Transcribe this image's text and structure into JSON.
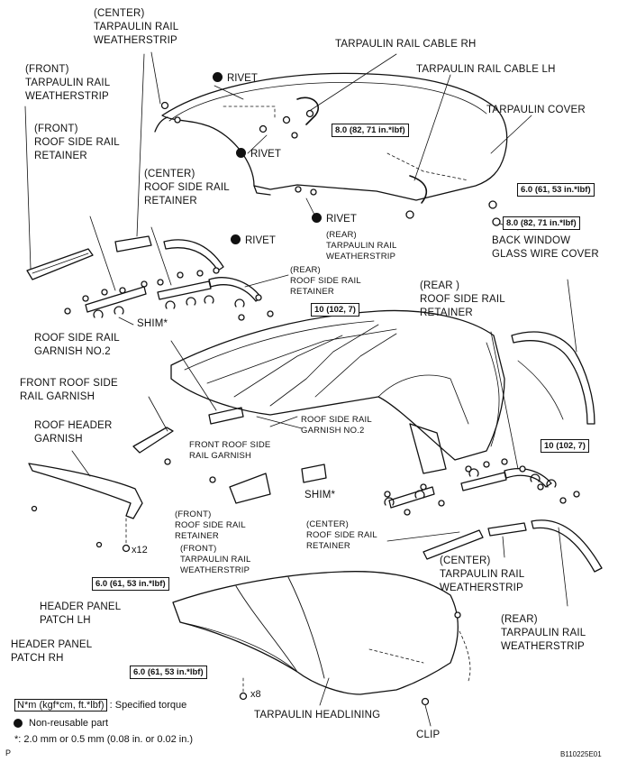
{
  "labels": {
    "center_tarp_rail_ws_top": "(CENTER)\nTARPAULIN RAIL\nWEATHERSTRIP",
    "front_tarp_rail_ws_top": "(FRONT)\nTARPAULIN RAIL\nWEATHERSTRIP",
    "front_roof_side_rail_retainer_top": "(FRONT)\nROOF SIDE RAIL\nRETAINER",
    "center_roof_side_rail_retainer_top": "(CENTER)\nROOF SIDE RAIL\nRETAINER",
    "tarp_rail_cable_rh": "TARPAULIN RAIL CABLE RH",
    "tarp_rail_cable_lh": "TARPAULIN RAIL CABLE LH",
    "tarpaulin_cover": "TARPAULIN COVER",
    "rear_tarp_rail_ws_top": "(REAR)\nTARPAULIN RAIL\nWEATHERSTRIP",
    "rear_roof_side_rail_retainer_small": "(REAR)\nROOF SIDE RAIL\nRETAINER",
    "back_window_glass_wire_cover": "BACK WINDOW\nGLASS WIRE COVER",
    "rear_roof_side_rail_retainer_right": "(REAR )\nROOF SIDE RAIL\nRETAINER",
    "shim_top": "SHIM*",
    "roof_side_rail_garnish_no2_left": "ROOF SIDE RAIL\nGARNISH NO.2",
    "front_roof_side_rail_garnish_left": "FRONT ROOF SIDE\nRAIL GARNISH",
    "roof_header_garnish": "ROOF HEADER\nGARNISH",
    "roof_side_rail_garnish_no2_center": "ROOF SIDE RAIL\nGARNISH NO.2",
    "front_roof_side_rail_garnish_center": "FRONT ROOF SIDE\nRAIL GARNISH",
    "shim_bottom": "SHIM*",
    "front_roof_side_rail_retainer_bottom": "(FRONT)\nROOF SIDE RAIL\nRETAINER",
    "center_roof_side_rail_retainer_bottom": "(CENTER)\nROOF SIDE RAIL\nRETAINER",
    "front_tarp_rail_ws_bottom": "(FRONT)\nTARPAULIN RAIL\nWEATHERSTRIP",
    "center_tarp_rail_ws_bottom": "(CENTER)\nTARPAULIN RAIL\nWEATHERSTRIP",
    "header_panel_patch_lh": "HEADER PANEL\nPATCH LH",
    "header_panel_patch_rh": "HEADER PANEL\nPATCH RH",
    "rear_tarp_rail_ws_bottom": "(REAR)\nTARPAULIN RAIL\nWEATHERSTRIP",
    "tarpaulin_headlining": "TARPAULIN HEADLINING",
    "clip": "CLIP"
  },
  "rivets": {
    "rivet_1": "RIVET",
    "rivet_2": "RIVET",
    "rivet_3": "RIVET",
    "rivet_4": "RIVET"
  },
  "torques": {
    "t_cable_rh": "8.0 (82, 71 in.*lbf)",
    "t_cover_1": "6.0 (61, 53 in.*lbf)",
    "t_cover_2": "8.0 (82, 71 in.*lbf)",
    "t_rear_retainer": "10 (102, 7)",
    "t_right_retainer": "10 (102, 7)",
    "t_header_garnish": "6.0 (61, 53 in.*lbf)",
    "t_headlining": "6.0 (61, 53 in.*lbf)"
  },
  "quantities": {
    "x12": "x12",
    "x8": "x8"
  },
  "legend": {
    "torque_units": "N*m (kgf*cm, ft.*lbf)",
    "torque_desc": ": Specified torque",
    "non_reusable": "Non-reusable part",
    "shim_note": "*: 2.0 mm or 0.5 mm (0.08 in. or 0.02 in.)"
  },
  "page_letter": "P",
  "figure_code": "B110225E01",
  "colors": {
    "ink": "#111111",
    "background": "#ffffff"
  }
}
